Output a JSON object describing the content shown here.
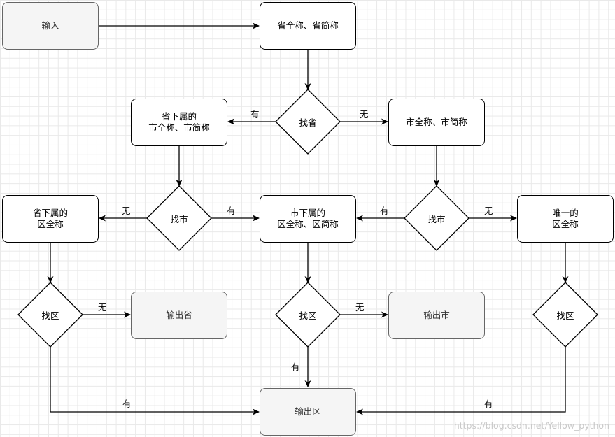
{
  "nodes": {
    "input": "输入",
    "province_names": "省全称、省简称",
    "find_province": "找省",
    "province_cities": "省下属的\n市全称、市简称",
    "city_names": "市全称、市简称",
    "province_districts": "省下属的\n区全称",
    "find_city": "找市",
    "city_districts": "市下属的\n区全称、区简称",
    "find_city_2": "找市",
    "unique_district": "唯一的\n区全称",
    "find_district_1": "找区",
    "output_province": "输出省",
    "find_district_2": "找区",
    "output_city": "输出市",
    "find_district_3": "找区",
    "output_district": "输出区"
  },
  "edge_labels": {
    "have": "有",
    "none": "无",
    "province_left_have": "有",
    "province_right_none": "无",
    "city1_left_none": "无",
    "city1_right_have": "有",
    "city2_left_have": "有",
    "city2_right_none": "无",
    "district1_none": "无",
    "district2_none": "无",
    "district2_have": "有",
    "district1_have": "有",
    "district3_have": "有"
  },
  "watermark": "https://blog.csdn.net/Yellow_python"
}
